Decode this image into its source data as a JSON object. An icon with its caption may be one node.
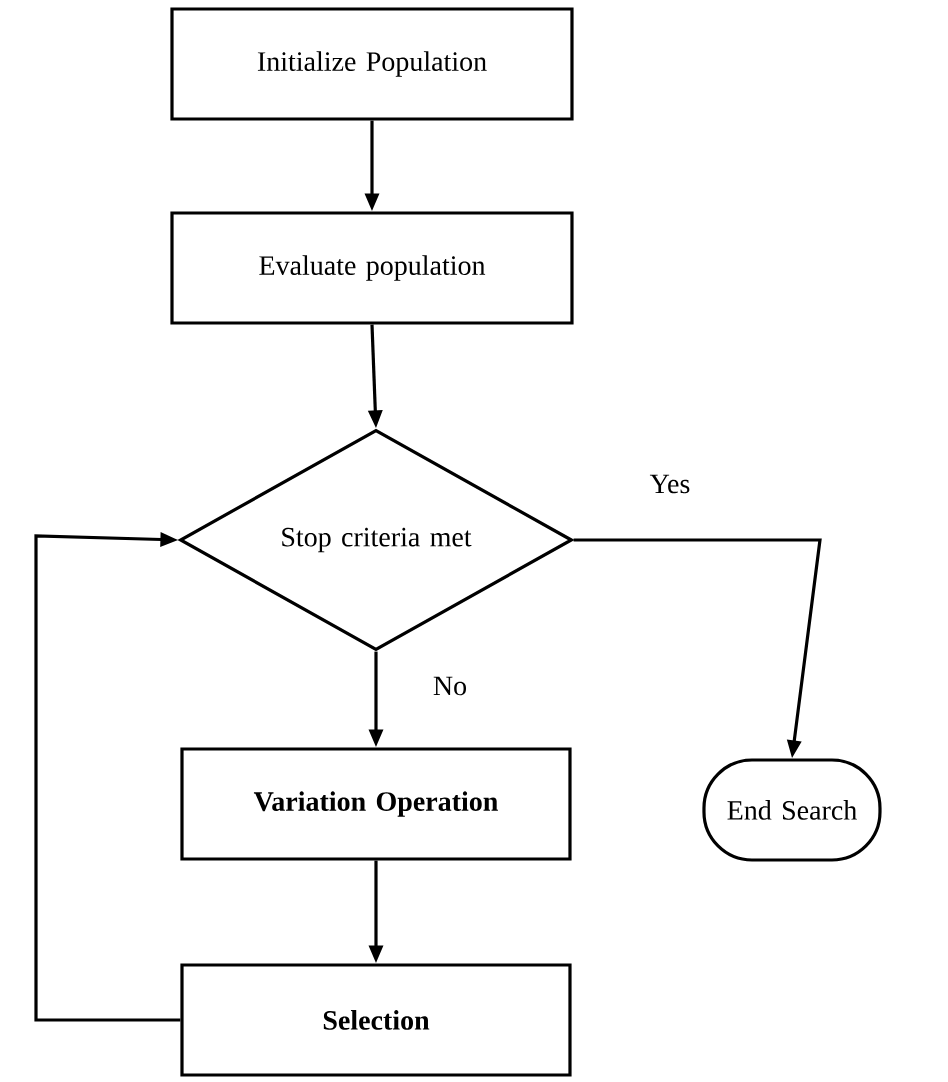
{
  "diagram": {
    "nodes": [
      {
        "text": [
          "Initialize Population"
        ]
      },
      {
        "text": [
          "Evaluate population"
        ]
      },
      {
        "text": [
          "Stop criteria met"
        ]
      },
      {
        "text": [
          "Variation Operation"
        ]
      },
      {
        "text": [
          "Selection"
        ]
      },
      {
        "text": [
          "End Search"
        ]
      }
    ],
    "edges": [
      {
        "from": 0,
        "to": 1,
        "arrow": "to"
      },
      {
        "from": 1,
        "to": 2,
        "arrow": "to"
      },
      {
        "from": 2,
        "to": 3,
        "arrow": "to",
        "label": "No"
      },
      {
        "from": 3,
        "to": 4,
        "arrow": "to"
      },
      {
        "from": 4,
        "to": 2,
        "arrow": "to"
      },
      {
        "from": 2,
        "to": 5,
        "arrow": "to",
        "label": "Yes"
      }
    ]
  }
}
